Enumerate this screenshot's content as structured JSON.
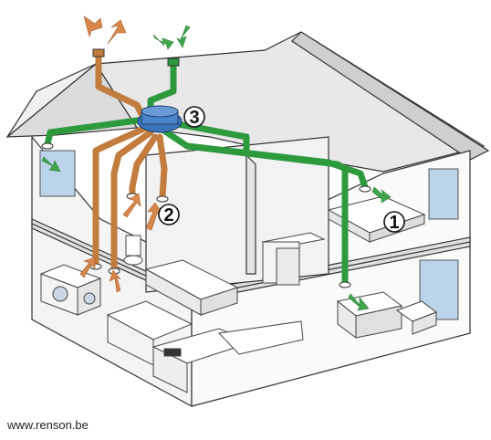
{
  "diagram": {
    "markers": [
      {
        "id": "1",
        "label": "1"
      },
      {
        "id": "2",
        "label": "2"
      },
      {
        "id": "3",
        "label": "3"
      }
    ],
    "colors": {
      "supply_duct": "#2e9a3e",
      "extract_duct": "#c17c3e",
      "supply_arrow": "#3ea84a",
      "extract_arrow": "#d8874a",
      "unit": "#3b73b9",
      "window": "#bcd4ea",
      "wall": "#f7f7f7",
      "outline": "#333333"
    }
  },
  "footer": {
    "url": "www.renson.be"
  }
}
